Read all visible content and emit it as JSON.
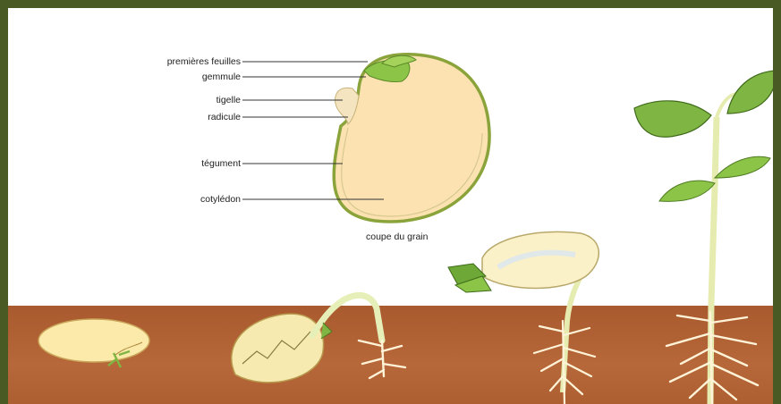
{
  "labels": {
    "premieres_feuilles": "premières feuilles",
    "gemmule": "gemmule",
    "tigelle": "tigelle",
    "radicule": "radicule",
    "tegument": "tégument",
    "cotyledon": "cotylédon",
    "coupe_du_grain": "coupe du grain"
  },
  "colors": {
    "frame": "#4a5a24",
    "soil": "#b0612f",
    "seed": "#fbe2b0",
    "seed_outline": "#8aa33a",
    "leaf": "#7fb542",
    "stem": "#e6ecb0",
    "root": "#fff6de"
  }
}
